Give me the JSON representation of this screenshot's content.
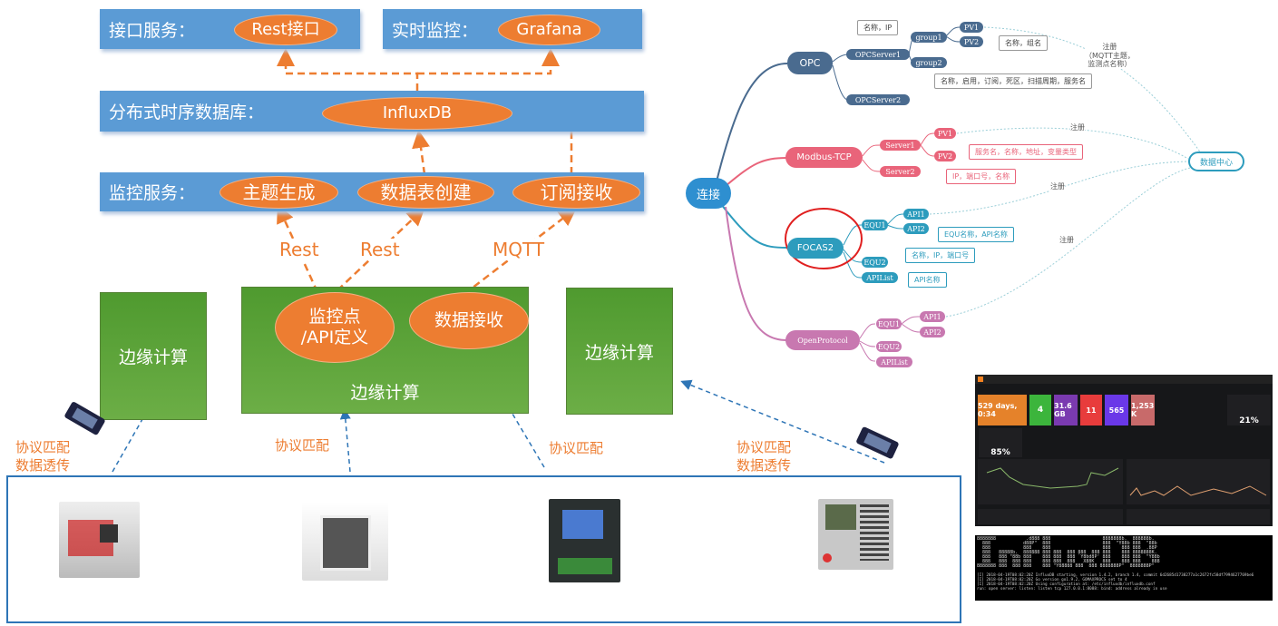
{
  "architecture": {
    "interface_service": {
      "label": "接口服务：",
      "item": "Rest接口"
    },
    "realtime_monitor": {
      "label": "实时监控：",
      "item": "Grafana"
    },
    "tsdb": {
      "label": "分布式时序数据库：",
      "item": "InfluxDB"
    },
    "monitor_service": {
      "label": "监控服务：",
      "items": [
        "主题生成",
        "数据表创建",
        "订阅接收"
      ]
    },
    "protocols": [
      "Rest",
      "Rest",
      "MQTT"
    ],
    "edge_center": {
      "label": "边缘计算",
      "items": [
        "监控点\n/API定义",
        "数据接收"
      ]
    },
    "edge_left": "边缘计算",
    "edge_right": "边缘计算",
    "protocol_labels": [
      "协议匹配\n数据透传",
      "协议匹配",
      "协议匹配",
      "协议匹配\n数据透传"
    ]
  },
  "mindmap": {
    "root": "连接",
    "data_center": "数据中心",
    "register": "注册",
    "register_mqtt": "注册\n（MQTT主题，\n监测点名称）",
    "opc": {
      "label": "OPC",
      "server1": "OPCServer1",
      "server2": "OPCServer2",
      "note_server": "名称，IP",
      "group1": "group1",
      "group2": "group2",
      "pv1": "PV1",
      "pv2": "PV2",
      "note_pv": "名称，组名",
      "note_group": "名称，启用，订阅，死区，扫描周期，服务名"
    },
    "modbus": {
      "label": "Modbus-TCP",
      "server1": "Server1",
      "server2": "Server2",
      "pv1": "PV1",
      "pv2": "PV2",
      "note_pv": "服务名，名称，地址，变量类型",
      "note_server": "IP，端口号，名称"
    },
    "focas": {
      "label": "FOCAS2",
      "equ1": "EQU1",
      "equ2": "EQU2",
      "apilist": "APIList",
      "api1": "API1",
      "api2": "API2",
      "note_api": "EQU名称，API名称",
      "note_equ": "名称，IP，端口号",
      "note_apilist": "API名称"
    },
    "openprotocol": {
      "label": "OpenProtocol",
      "equ1": "EQU1",
      "equ2": "EQU2",
      "apilist": "APIList",
      "api1": "API1",
      "api2": "API2"
    },
    "colors": {
      "opc": "#4a6b8f",
      "modbus": "#e9647a",
      "focas": "#2d9cbd",
      "openprotocol": "#c878b0",
      "root": "#2e8fd0",
      "highlight": "#e02020"
    }
  },
  "grafana": {
    "stats": [
      "529 days, 0:34",
      "4",
      "31.6 GB",
      "11",
      "565",
      "1,253 K"
    ],
    "gauge1": "21%",
    "gauge2": "85%"
  },
  "terminal": {
    "lines": [
      "[I] 2018-04-19T08:02:20Z InfluxDB starting, version 1.4.2, branch 1.4, commit 6d2685d1738277a1c2672fc58df7994627769be6",
      "[I] 2018-04-19T08:02:20Z Go version go1.9.2, GOMAXPROCS set to 4",
      "[I] 2018-04-19T08:02:20Z Using configuration at: /etc/influxdb/influxdb.conf",
      "run: open server: listen: listen tcp 127.0.0.1:8088: bind: address already in use"
    ]
  }
}
